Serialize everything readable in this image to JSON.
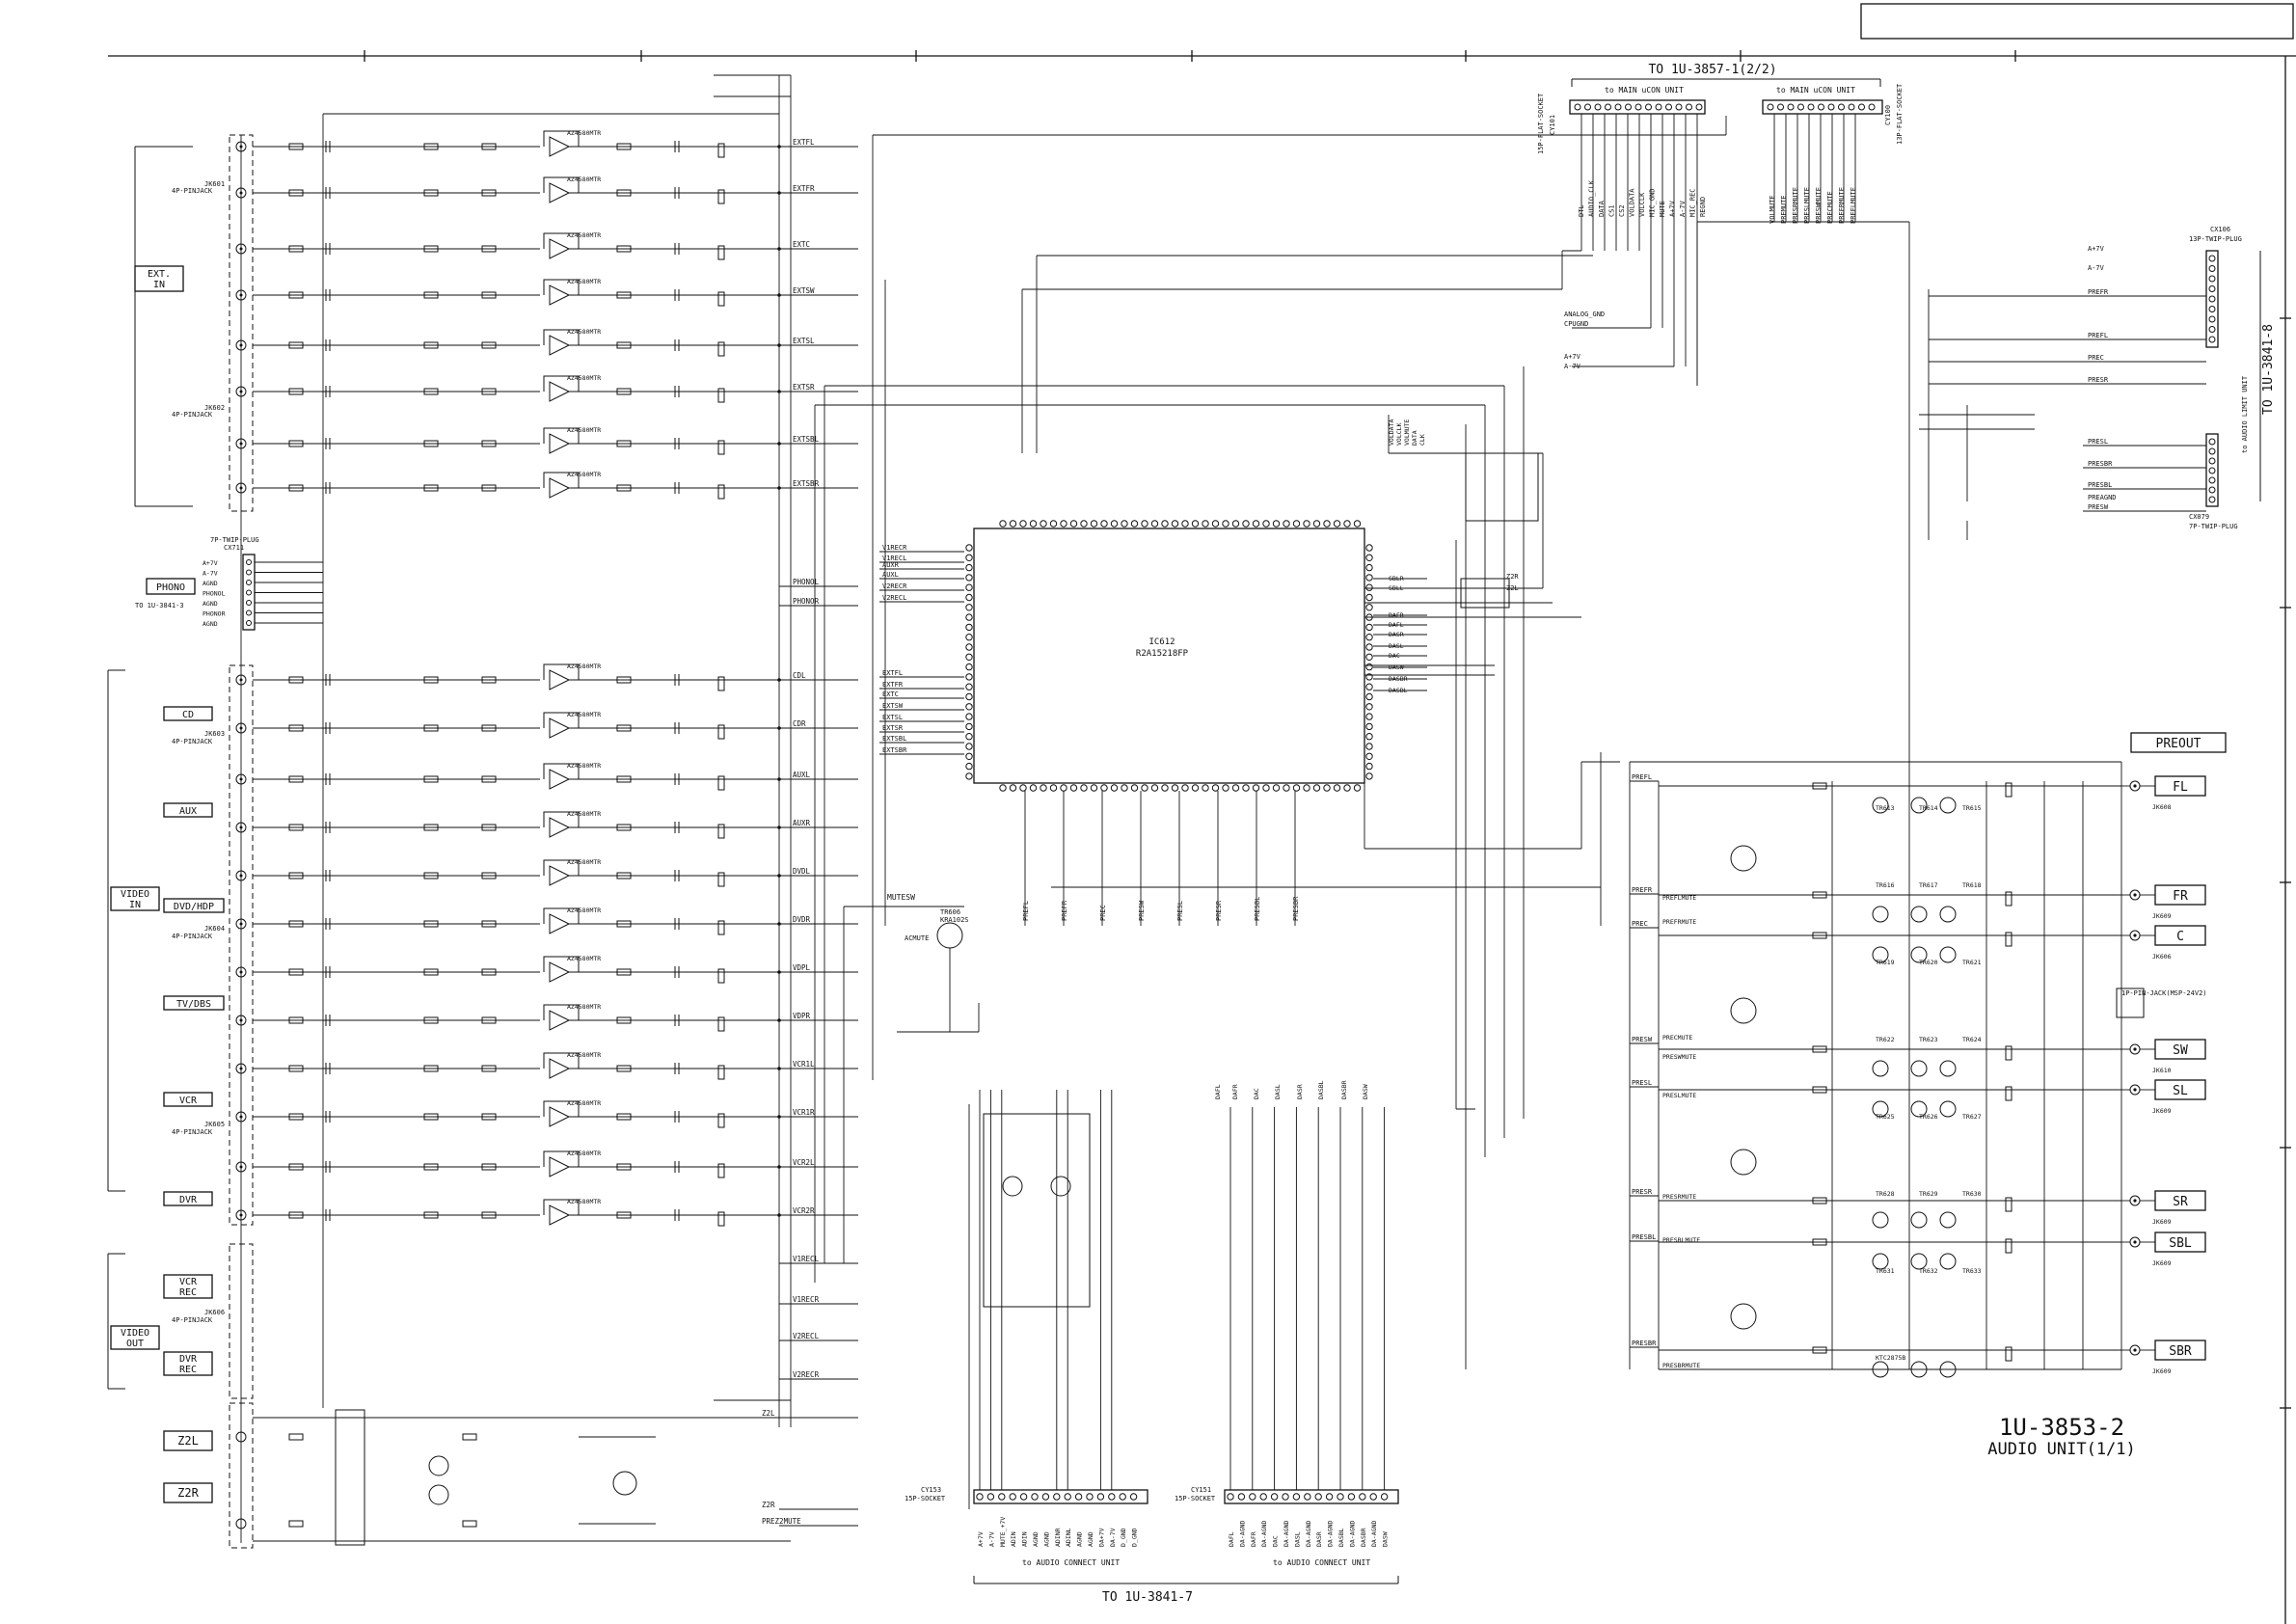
{
  "title_block": {
    "part_number": "1U-3853-2",
    "title": "AUDIO UNIT(1/1)"
  },
  "connectors_top": {
    "to_label": "TO 1U-3857-1(2/2)",
    "left": {
      "sub_label": "to MAIN uCON UNIT",
      "name": "CY101",
      "type": "15P-FLAT-SOCKET",
      "pins": [
        "DTL",
        "AUDIO_CLK",
        "DATA",
        "CS1",
        "CS2",
        "VOLDATA",
        "VOLCLK",
        "MIC_GND",
        "MUTE",
        "A+7V",
        "A-7V",
        "MIC_REC",
        "REGND"
      ]
    },
    "right": {
      "sub_label": "to MAIN uCON UNIT",
      "name": "CY100",
      "type": "13P-FLAT-SOCKET",
      "pins": [
        "VOLMUTE",
        "PREMUTE",
        "PRESRMUTE",
        "PRESLMUTE",
        "PRESWMUTE",
        "PRECMUTE",
        "PREFRMUTE",
        "PREFLMUTE"
      ]
    }
  },
  "connectors_right": {
    "cx106": {
      "name": "CX106",
      "type": "13P-TWIP-PLUG",
      "to": "TO 1U-3841-8",
      "sub": "to AUDIO LIMIT UNIT"
    },
    "cx079": {
      "name": "CX079",
      "type": "7P-TWIP-PLUG"
    },
    "pins": [
      "A+7V",
      "A-7V",
      "PREFR",
      "PREFL",
      "PREC",
      "PRESR",
      "PRESL",
      "PRESBR",
      "PRESBL",
      "PRESW",
      "PREAGND"
    ]
  },
  "connectors_bottom": {
    "to_label": "TO 1U-3841-7",
    "cy153": {
      "name": "CY153",
      "type": "15P-SOCKET",
      "sub": "to AUDIO CONNECT UNIT",
      "pins": [
        "A+7V",
        "A-7V",
        "MUTE_+7V",
        "ADIN",
        "ADIN",
        "AGND",
        "AGND",
        "ADINR",
        "ADINL",
        "AGND",
        "AGND",
        "DA+7V",
        "DA-7V",
        "D_GND",
        "D_GND"
      ]
    },
    "cy151": {
      "name": "CY151",
      "type": "15P-SOCKET",
      "sub": "to AUDIO CONNECT UNIT",
      "pins": [
        "DAFL",
        "DA-AGND",
        "DAFR",
        "DA-AGND",
        "DAC",
        "DA-AGND",
        "DASL",
        "DA-AGND",
        "DASR",
        "DA-AGND",
        "DASBL",
        "DA-AGND",
        "DASBR",
        "DA-AGND",
        "DASW"
      ]
    }
  },
  "ic": {
    "name": "IC612",
    "part": "R2A15218FP"
  },
  "op_amp": "AZ4580MTR",
  "input_groups": [
    {
      "label": "EXT.\nIN",
      "jack": "JK601",
      "jack_type": "4P-PINJACK",
      "channels": [
        "FL",
        "FR",
        "C",
        "SW",
        "SL",
        "SR",
        "SBL",
        "SBR"
      ]
    },
    {
      "label": "PHONO",
      "sub": "TO 1U-3841-3"
    },
    {
      "label": "CD"
    },
    {
      "label": "AUX"
    },
    {
      "label": "VIDEO\nIN"
    },
    {
      "label": "DVD/HDP"
    },
    {
      "label": "TV/DBS"
    },
    {
      "label": "VCR"
    },
    {
      "label": "DVR"
    },
    {
      "label": "VIDEO\nOUT"
    },
    {
      "label": "VCR\nREC"
    },
    {
      "label": "DVR\nREC"
    }
  ],
  "jacks_left": {
    "jk601": "JK601",
    "jk602": "JK602",
    "jk603": "JK603",
    "jk604": "JK604",
    "jk605": "JK605",
    "jk606": "JK606",
    "type": "4P-PINJACK",
    "phono_plug": "7P-TWIP-PLUG",
    "phono_plug_name": "CX711"
  },
  "bus_labels": [
    "EXTFL",
    "EXTFR",
    "EXTC",
    "EXTSW",
    "EXTSL",
    "EXTSR",
    "EXTSBL",
    "EXTSBR",
    "PHONOL",
    "PHONOR",
    "CDL",
    "CDR",
    "AUXL",
    "AUXR",
    "DVDL",
    "DVDR",
    "VDPL",
    "VDPR",
    "VCR1L",
    "VCR1R",
    "VCR2L",
    "VCR2R",
    "V1RECL",
    "V1RECR",
    "V2RECL",
    "V2RECR",
    "Z2L",
    "Z2R",
    "PREZ2MUTE"
  ],
  "zone2": {
    "l": "Z2L",
    "r": "Z2R"
  },
  "phono_pins": [
    "A+7V",
    "A-7V",
    "AGND",
    "PHONOL",
    "AGND",
    "PHONOR",
    "AGND"
  ],
  "preout": {
    "label": "PREOUT",
    "channels": [
      "FL",
      "FR",
      "C",
      "SW",
      "SL",
      "SR",
      "SBL",
      "SBR"
    ],
    "jacks": [
      "JK608",
      "JK609",
      "JK606",
      "JK610",
      "JK609",
      "JK609",
      "JK609",
      "JK609"
    ],
    "jack_type": "1P-PIN-JACK(MSP-24V2)"
  },
  "transistors": [
    "TR613",
    "TR614",
    "TR615",
    "TR616",
    "TR617",
    "TR618",
    "TR619",
    "TR620",
    "TR621",
    "TR622",
    "TR623",
    "TR624",
    "TR625",
    "TR626",
    "TR627",
    "TR628",
    "TR629",
    "TR630",
    "TR631",
    "TR632",
    "TR633"
  ],
  "transistor_type": "KTC2875B",
  "mute_label": "MUTESW",
  "tr606": {
    "name": "TR606",
    "type": "KRA102S",
    "label": "ACMUTE"
  },
  "mute_labels": [
    "PREFLMUTE",
    "PREFRMUTE",
    "PRECMUTE",
    "PRESWMUTE",
    "PRESLMUTE",
    "PRESRMUTE",
    "PRESBLMUTE",
    "PRESBRMUTE"
  ],
  "pre_labels": [
    "PREFL",
    "PREFR",
    "PREC",
    "PRESW",
    "PRESL",
    "PRESR",
    "PRESBL",
    "PRESBR"
  ],
  "ic_left_pins": [
    "V1RECR",
    "V1RECL",
    "AUXR",
    "AUXL",
    "V2RECR",
    "V2RECL",
    "EXTFL",
    "EXTFR",
    "EXTC",
    "EXTSW",
    "EXTSL",
    "EXTSR",
    "EXTSBL",
    "EXTSBR"
  ],
  "ic_right_pins": [
    "SBLR",
    "SBLL",
    "DAFR",
    "DAFL",
    "DASR",
    "DASL",
    "DAC",
    "DASW",
    "DASBR",
    "DASBL",
    "Z2R",
    "Z2L"
  ],
  "ic_top_pins": [
    "VOLDATA",
    "VOLCLK",
    "VOLMUTE",
    "DATA",
    "CLK"
  ],
  "ic_bottom_pins": [
    "PREFL",
    "PREFR",
    "PREC",
    "PRESW",
    "PRESL",
    "PRESR",
    "PRESBL",
    "PRESBR"
  ],
  "grid_labels_top": [
    "",
    "",
    "",
    "",
    "",
    "",
    "",
    ""
  ],
  "misc_labels": {
    "analog": "ANALOG_GND",
    "cpugnd": "CPUGND",
    "a7v": "A+7V",
    "am7v": "A-7V"
  }
}
